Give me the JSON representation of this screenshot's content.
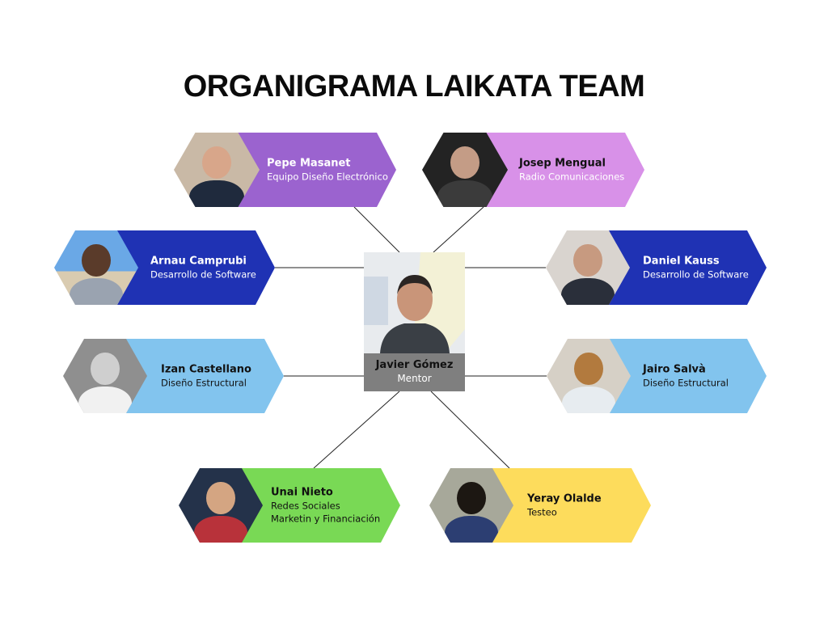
{
  "title": "ORGANIGRAMA LAIKATA TEAM",
  "mentor": {
    "name": "Javier Gómez",
    "role": "Mentor"
  },
  "members": [
    {
      "name": "Pepe Masanet",
      "roles": [
        "Equipo Diseño Electrónico"
      ],
      "color": "#9b63cf"
    },
    {
      "name": "Josep Mengual",
      "roles": [
        "Radio Comunicaciones"
      ],
      "color": "#d891e8"
    },
    {
      "name": "Arnau Camprubi",
      "roles": [
        "Desarrollo de Software"
      ],
      "color": "#1f32b4"
    },
    {
      "name": "Daniel Kauss",
      "roles": [
        "Desarrollo de Software"
      ],
      "color": "#1f32b4"
    },
    {
      "name": "Izan Castellano",
      "roles": [
        "Diseño Estructural"
      ],
      "color": "#82c4ee"
    },
    {
      "name": "Jairo Salvà",
      "roles": [
        "Diseño Estructural"
      ],
      "color": "#82c4ee"
    },
    {
      "name": "Unai Nieto",
      "roles": [
        "Redes Sociales",
        "Marketin y Financiación"
      ],
      "color": "#79d955"
    },
    {
      "name": "Yeray Olalde",
      "roles": [
        "Testeo"
      ],
      "color": "#fddc5c"
    }
  ]
}
